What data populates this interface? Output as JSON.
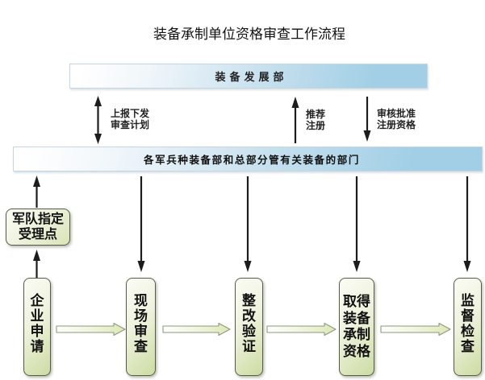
{
  "title": "装备承制单位资格审查工作流程",
  "top_bar": {
    "label": "装备发展部"
  },
  "middle_bar": {
    "label": "各军兵种装备部和总部分管有关装备的部门"
  },
  "connectors": {
    "report": {
      "line1": "上报下发",
      "line2": "审查计划",
      "direction": "both"
    },
    "recommend": {
      "line1": "推荐",
      "line2": "注册",
      "direction": "up"
    },
    "approve": {
      "line1": "审核批准",
      "line2": "注册资格",
      "direction": "down"
    }
  },
  "acceptance_point": {
    "line1": "军队指定",
    "line2": "受理点"
  },
  "process_steps": [
    {
      "label": "企业申请"
    },
    {
      "label": "现场审查"
    },
    {
      "label": "整改验证"
    },
    {
      "label": "取得装备承制资格"
    },
    {
      "label": "监督检查"
    }
  ],
  "colors": {
    "bar_blue": "#a4d1e7",
    "box_green": "#ccdca2",
    "block_arrow_green": "#dce8b8",
    "block_arrow_stroke": "#8f9c76",
    "arrow_black": "#1c1c1c",
    "border_dark": "#565c48",
    "text": "#111111"
  }
}
